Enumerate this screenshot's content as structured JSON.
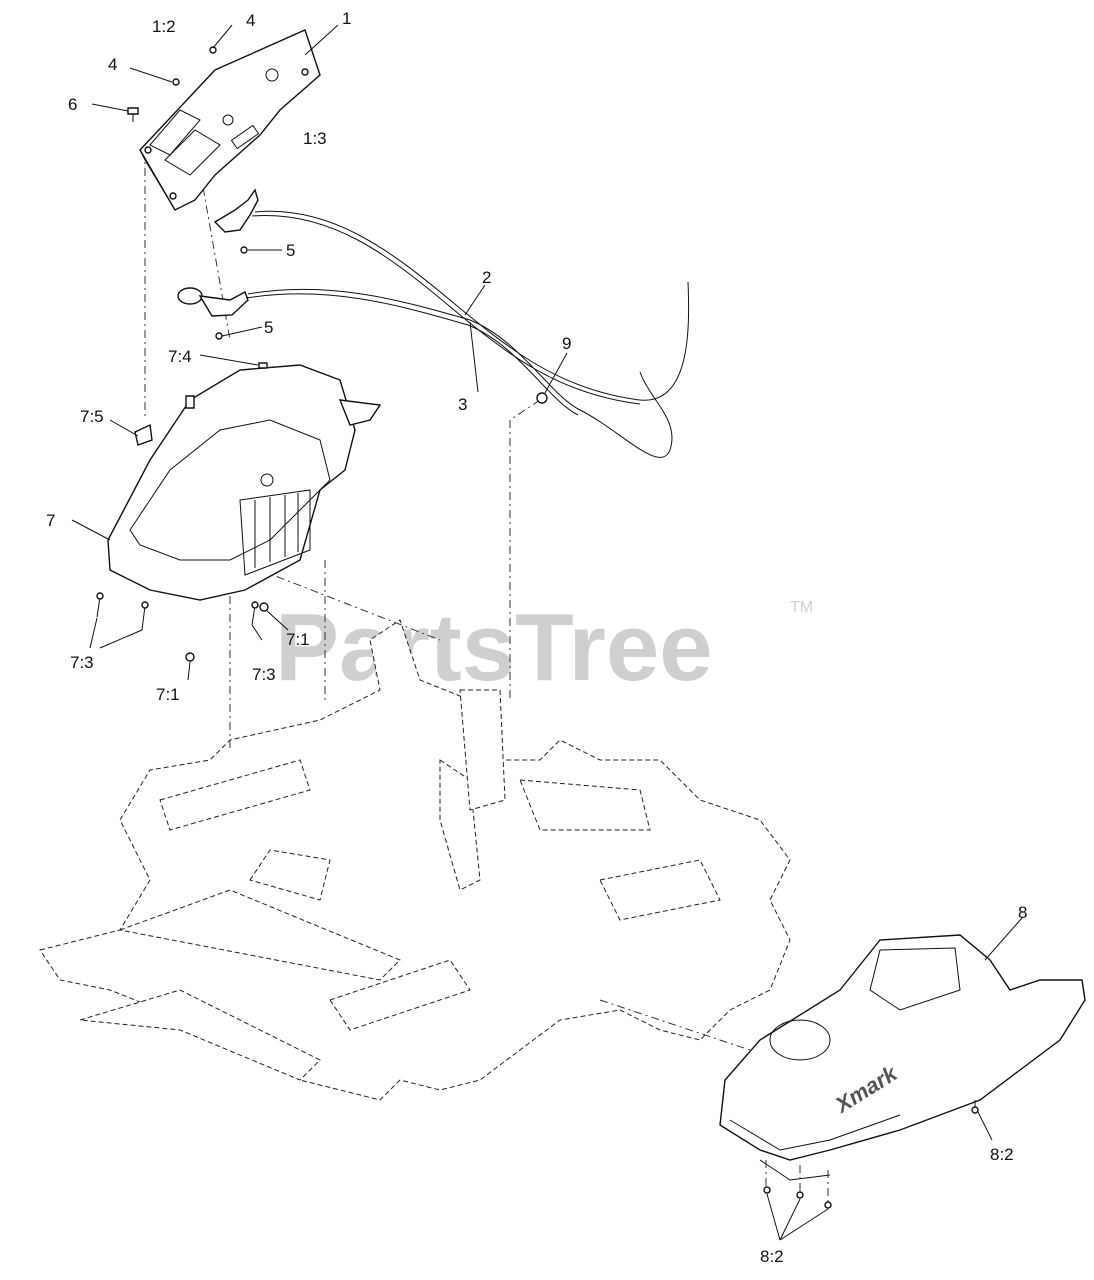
{
  "watermark": {
    "text": "PartsTree",
    "trademark": "TM"
  },
  "callouts": {
    "c1_2": "1:2",
    "c4a": "4",
    "c1": "1",
    "c4b": "4",
    "c6": "6",
    "c1_3": "1:3",
    "c5a": "5",
    "c2": "2",
    "c5b": "5",
    "c9": "9",
    "c7_4": "7:4",
    "c3": "3",
    "c7_5": "7:5",
    "c7": "7",
    "c7_3a": "7:3",
    "c7_1a": "7:1",
    "c7_3b": "7:3",
    "c7_1b": "7:1",
    "c8": "8",
    "c8_2a": "8:2",
    "c8_2b": "8:2"
  },
  "brand_mark": "Xmark"
}
